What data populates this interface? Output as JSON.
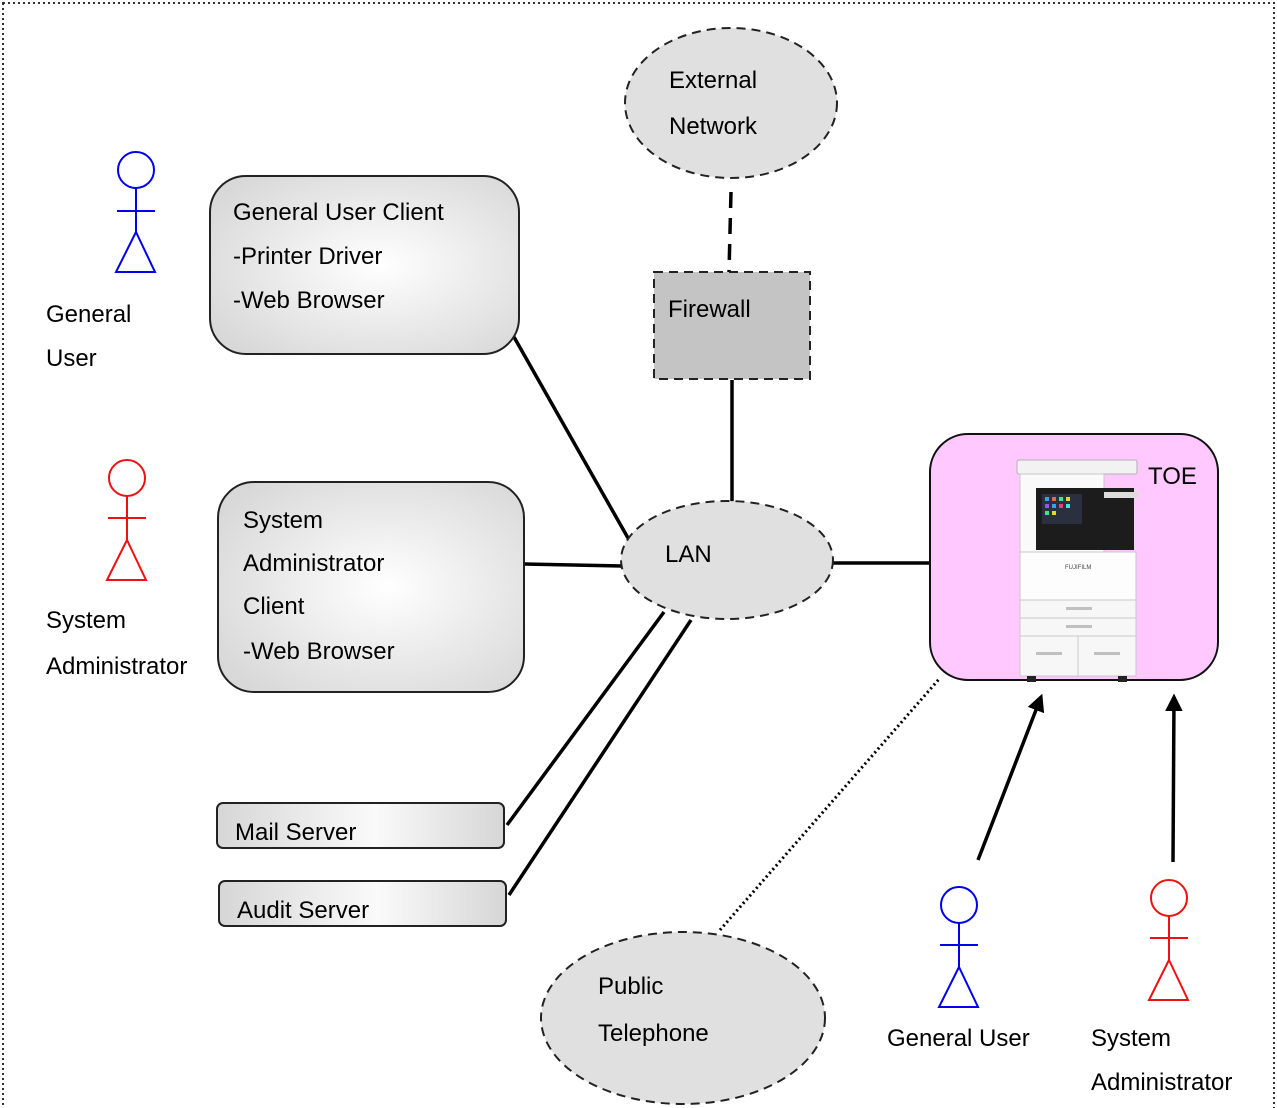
{
  "diagram": {
    "colors": {
      "general_user": "#0000ee",
      "system_administrator": "#ee1111",
      "toe_fill": "#ffc8ff",
      "node_fill": "#e2e2e2",
      "firewall_fill": "#c4c4c4"
    },
    "external_network": {
      "line1": "External",
      "line2": "Network"
    },
    "firewall": {
      "label": "Firewall"
    },
    "lan": {
      "label": "LAN"
    },
    "general_user_client": {
      "line1": "General User Client",
      "line2": "-Printer Driver",
      "line3": "-Web Browser"
    },
    "sysadmin_client": {
      "line1": "System",
      "line2": "Administrator",
      "line3": "Client",
      "line4": "-Web Browser"
    },
    "mail_server": {
      "label": "Mail Server"
    },
    "audit_server": {
      "label": "Audit Server"
    },
    "public_telephone": {
      "line1": "Public",
      "line2": "Telephone"
    },
    "toe": {
      "label": "TOE",
      "device_icon": "multifunction-printer-icon",
      "brand": "FUJIFILM"
    },
    "actors": {
      "general_user_left": {
        "line1": "General",
        "line2": "User",
        "icon": "stick-figure-icon"
      },
      "sysadmin_left": {
        "line1": "System",
        "line2": "Administrator",
        "icon": "stick-figure-icon"
      },
      "general_user_bottom": {
        "label": "General User",
        "icon": "stick-figure-icon"
      },
      "sysadmin_bottom": {
        "line1": "System",
        "line2": "Administrator",
        "icon": "stick-figure-icon"
      }
    }
  }
}
